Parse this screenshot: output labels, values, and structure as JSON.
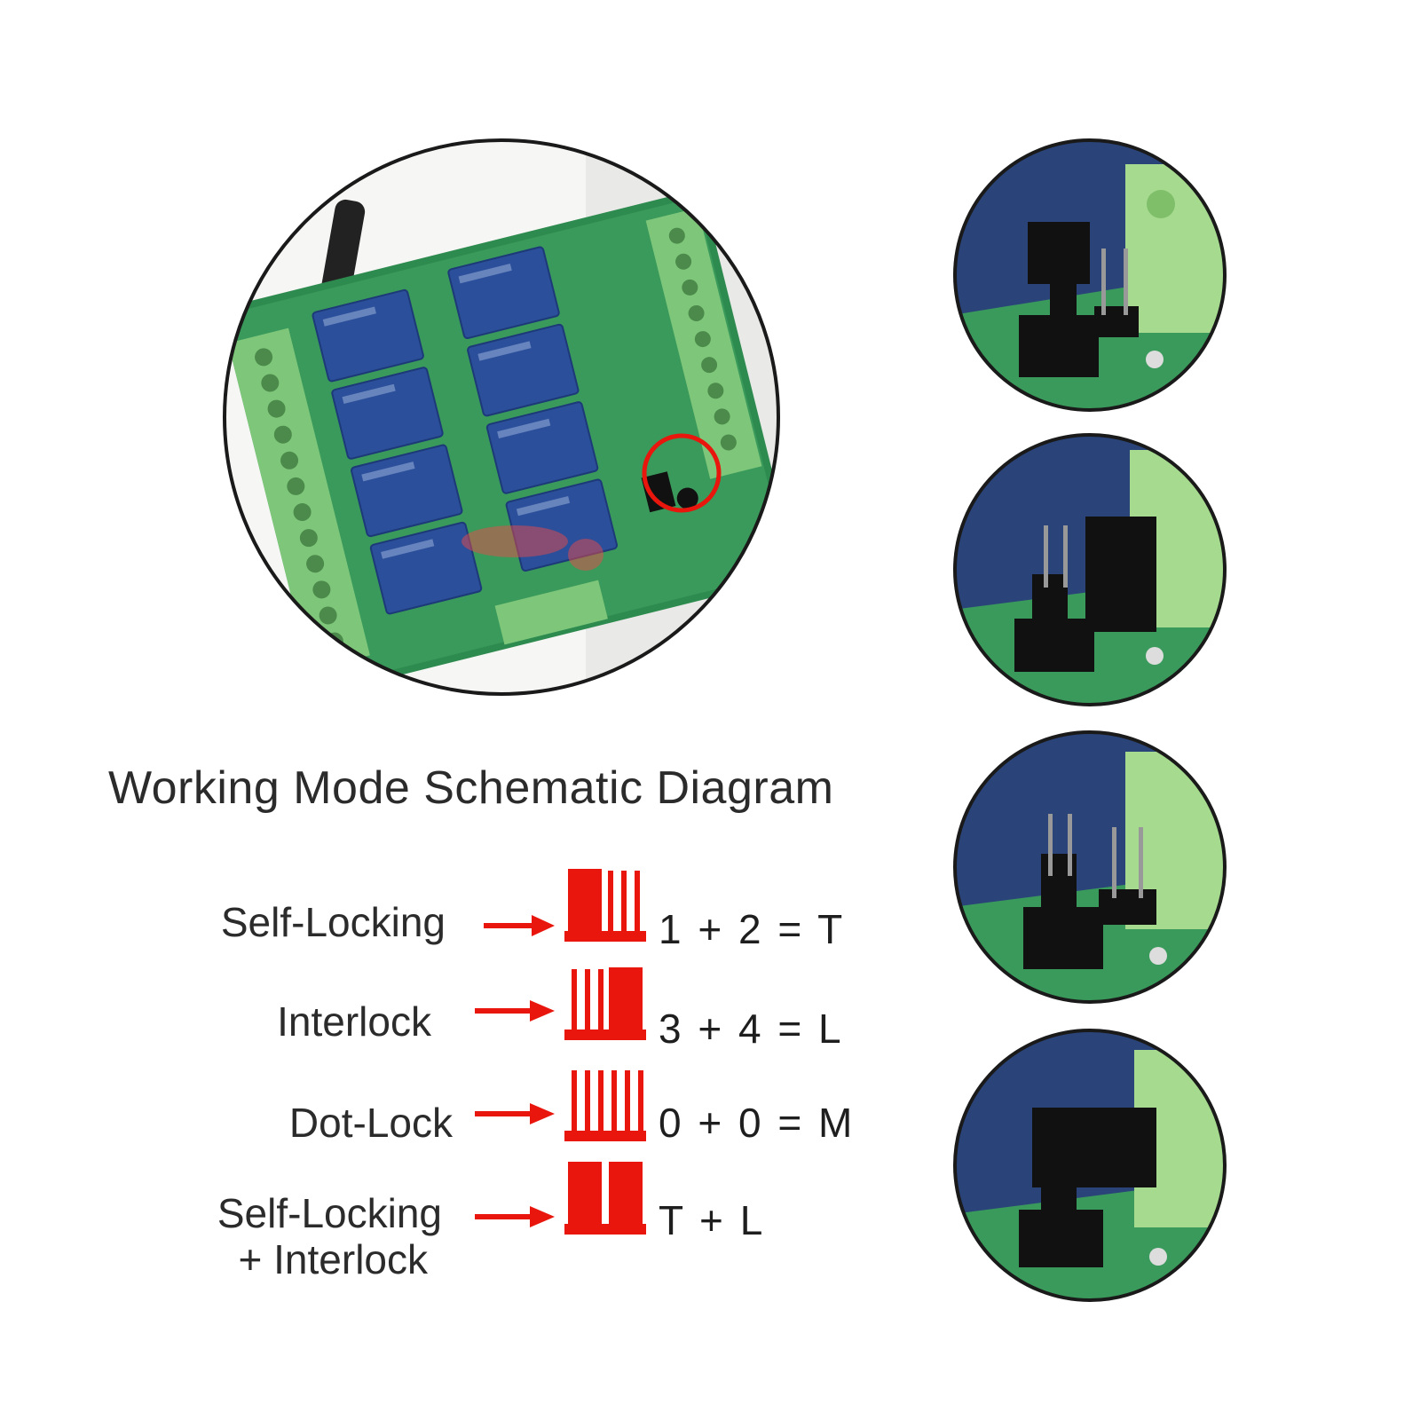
{
  "title": "Working Mode Schematic Diagram",
  "colors": {
    "accent_red": "#e8160c",
    "board_green": "#2e8b4f",
    "relay_blue": "#2b4f9a",
    "terminal_green": "#7ec77a",
    "background_blue": "#2a4479"
  },
  "modes": [
    {
      "label": "Self-Locking",
      "formula": "1 + 2 = T",
      "jumper": "1-2"
    },
    {
      "label": "Interlock",
      "formula": "3 + 4 = L",
      "jumper": "3-4"
    },
    {
      "label": "Dot-Lock",
      "formula": "0 + 0 = M",
      "jumper": "none"
    },
    {
      "label_line1": "Self-Locking",
      "label_line2": "+ Interlock",
      "formula": "T + L",
      "jumper": "both"
    }
  ],
  "icons": {
    "arrow": "right-arrow-icon",
    "jumper": "jumper-pins-icon"
  }
}
